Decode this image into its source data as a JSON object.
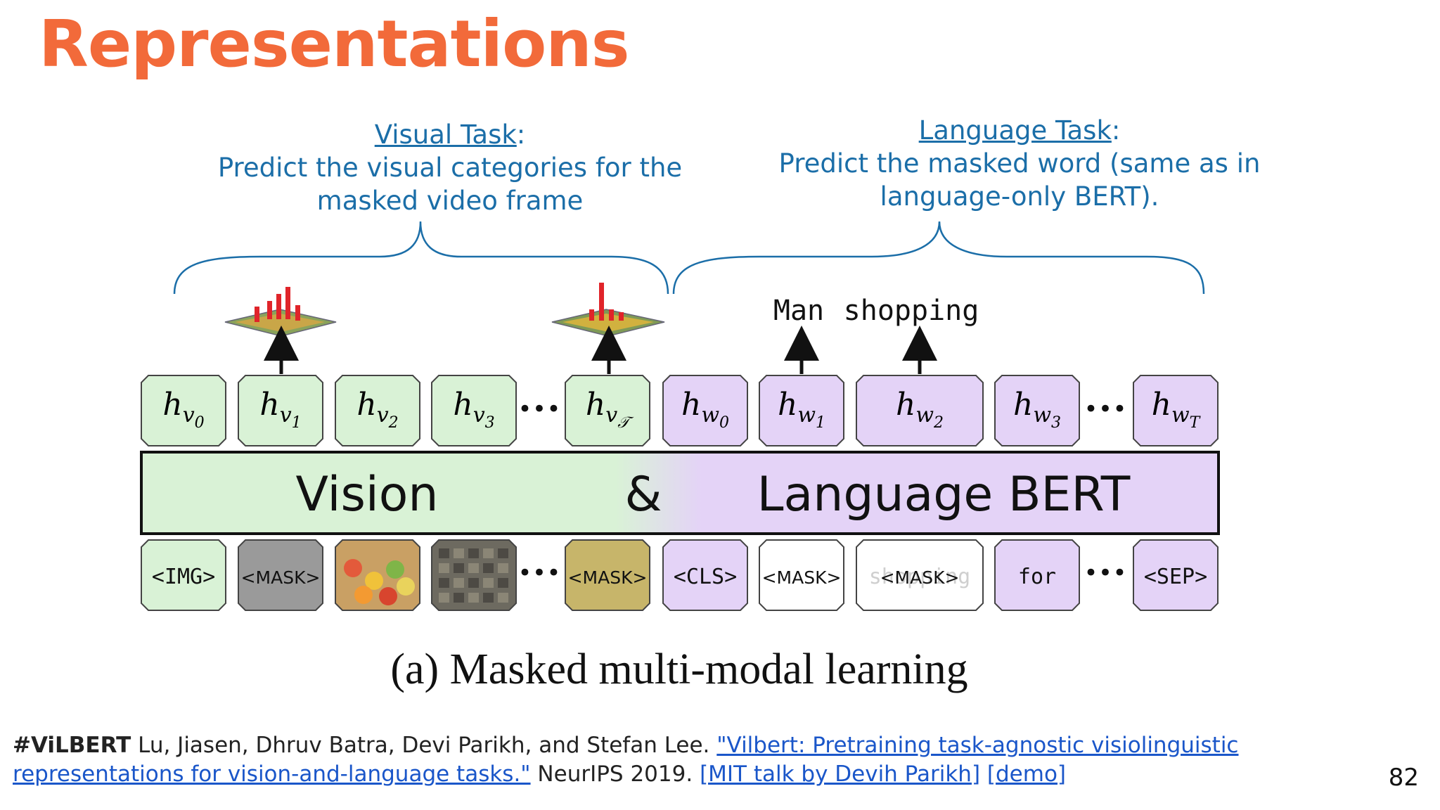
{
  "slide": {
    "title": "Representations",
    "page_number": "82"
  },
  "visual_task": {
    "heading": "Visual Task",
    "colon": ":",
    "line1": "Predict the visual categories for the",
    "line2": "masked video frame"
  },
  "language_task": {
    "heading": "Language Task",
    "colon": ":",
    "line1": "Predict the masked word (same as in",
    "line2": "language-only BERT)."
  },
  "diagram": {
    "predicted_words": [
      "Man",
      "shopping"
    ],
    "vision_outputs": [
      {
        "base": "h",
        "sub": "v",
        "subsub": "0"
      },
      {
        "base": "h",
        "sub": "v",
        "subsub": "1"
      },
      {
        "base": "h",
        "sub": "v",
        "subsub": "2"
      },
      {
        "base": "h",
        "sub": "v",
        "subsub": "3"
      },
      {
        "base": "h",
        "sub": "v",
        "subsub": "𝒯"
      }
    ],
    "language_outputs": [
      {
        "base": "h",
        "sub": "w",
        "subsub": "0"
      },
      {
        "base": "h",
        "sub": "w",
        "subsub": "1"
      },
      {
        "base": "h",
        "sub": "w",
        "subsub": "2"
      },
      {
        "base": "h",
        "sub": "w",
        "subsub": "3"
      },
      {
        "base": "h",
        "sub": "w",
        "subsub": "T"
      }
    ],
    "ellipsis": "•••",
    "bert_left": "Vision",
    "bert_amp": "&",
    "bert_right": "Language BERT",
    "vision_inputs": [
      "<IMG>",
      "<MASK>",
      "",
      "",
      "<MASK>"
    ],
    "language_inputs": [
      "<CLS>",
      "<MASK>",
      "<MASK>",
      "for",
      "<SEP>"
    ],
    "ghost_word": "shopping",
    "caption": "(a) Masked multi-modal learning",
    "colors": {
      "vision_fill": "#d9f2d6",
      "language_fill": "#e4d3f7",
      "brace": "#1b6ea8",
      "bar_red": "#e0242a"
    }
  },
  "citation": {
    "tag": "#ViLBERT",
    "authors": " Lu, Jiasen, Dhruv Batra, Devi Parikh, and Stefan Lee. ",
    "paper_title": "\"Vilbert: Pretraining task-agnostic visiolinguistic representations for vision-and-language tasks.\"",
    "venue": " NeurIPS 2019. ",
    "talk_link": "[MIT talk by Devih Parikh]",
    "demo_link": "[demo]"
  }
}
